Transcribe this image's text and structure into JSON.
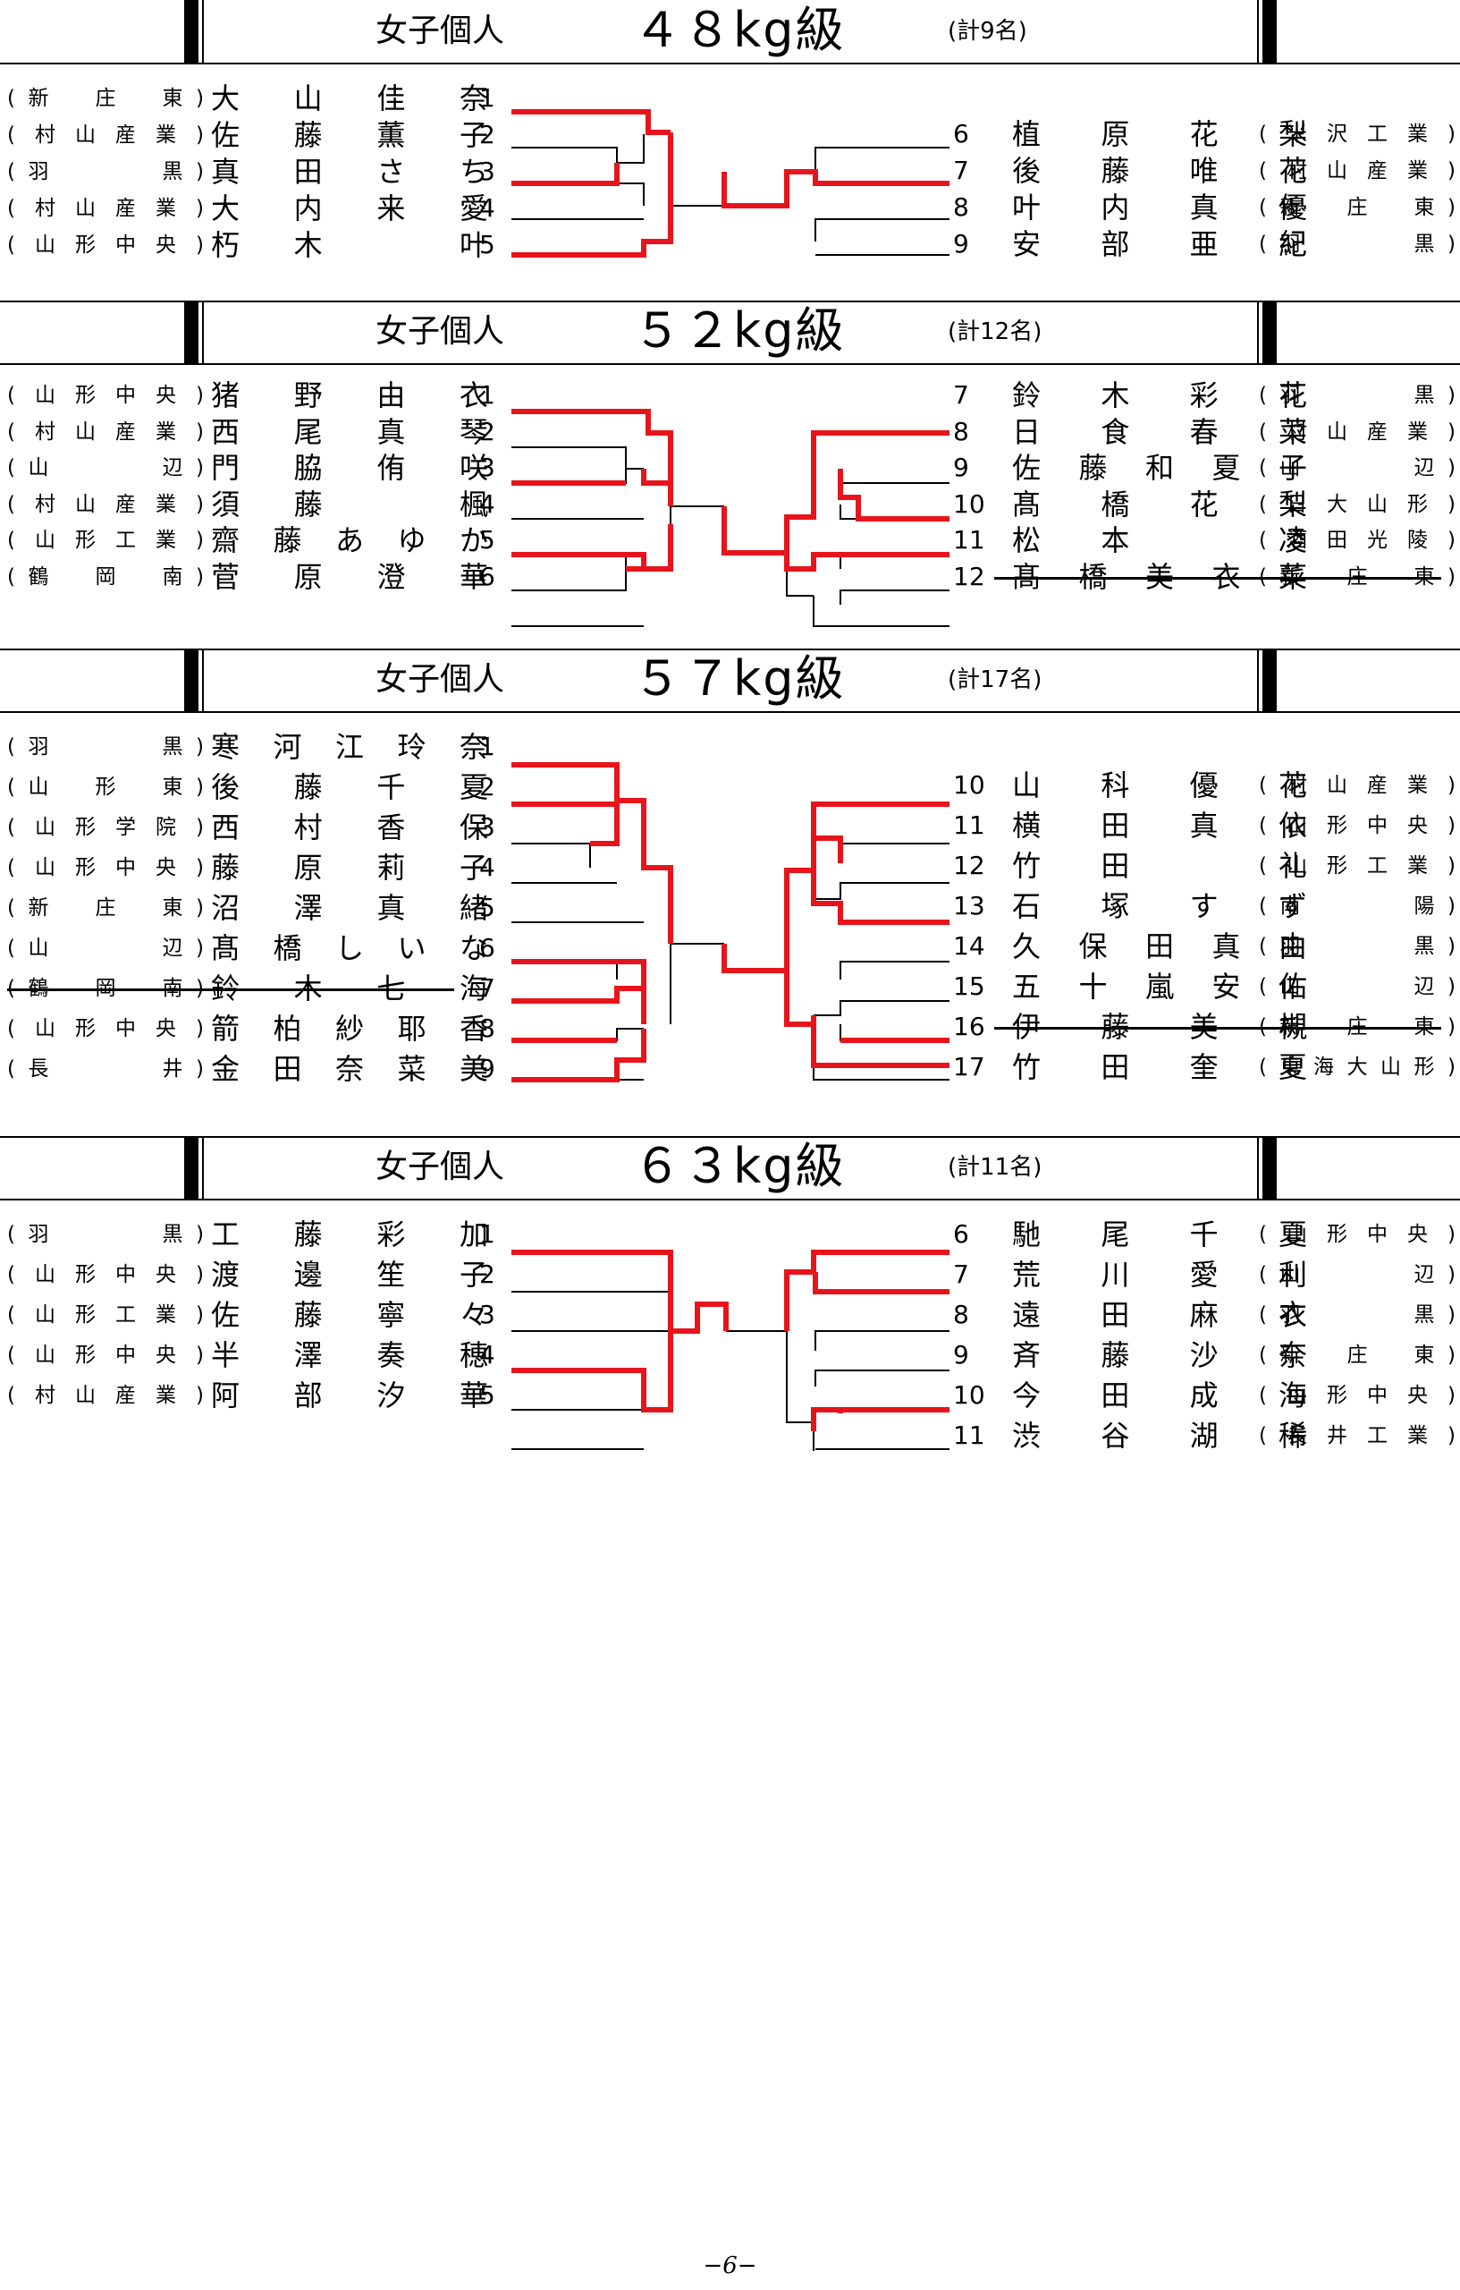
{
  "sections": [
    {
      "title": "女子個人",
      "weight": "４８kg級",
      "count": "(計9名)",
      "left": [
        {
          "school": "(新　庄　東)",
          "name": "大山佳奈",
          "seed": "1"
        },
        {
          "school": "(村山産業)",
          "name": "佐藤薫子",
          "seed": "2"
        },
        {
          "school": "(羽　　　黒)",
          "name": "真田さち",
          "seed": "3"
        },
        {
          "school": "(村山産業)",
          "name": "大内来愛",
          "seed": "4"
        },
        {
          "school": "(山形中央)",
          "name": "朽木　叶",
          "seed": "5"
        }
      ],
      "right": [
        {
          "seed": "6",
          "name": "植原花梨",
          "school": "(米沢工業)"
        },
        {
          "seed": "7",
          "name": "後藤唯花",
          "school": "(村山産業)"
        },
        {
          "seed": "8",
          "name": "叶内真優",
          "school": "(新　庄　東)"
        },
        {
          "seed": "9",
          "name": "安部亜紀",
          "school": "(羽　　　黒)"
        }
      ]
    },
    {
      "title": "女子個人",
      "weight": "５２kg級",
      "count": "(計12名)",
      "left": [
        {
          "school": "(山形中央)",
          "name": "猪野由衣",
          "seed": "1"
        },
        {
          "school": "(村山産業)",
          "name": "西尾真琴",
          "seed": "2"
        },
        {
          "school": "(山　　　辺)",
          "name": "門脇侑咲",
          "seed": "3"
        },
        {
          "school": "(村山産業)",
          "name": "須藤　楓",
          "seed": "4"
        },
        {
          "school": "(山形工業)",
          "name": "齋藤あゆか",
          "seed": "5"
        },
        {
          "school": "(鶴　岡　南)",
          "name": "菅原澄華",
          "seed": "6"
        }
      ],
      "right": [
        {
          "seed": "7",
          "name": "鈴木彩花",
          "school": "(羽　　　黒)"
        },
        {
          "seed": "8",
          "name": "日食春菜",
          "school": "(村山産業)"
        },
        {
          "seed": "9",
          "name": "佐藤和夏子",
          "school": "(山　　　辺)"
        },
        {
          "seed": "10",
          "name": "髙橋花梨",
          "school": "(日大山形)"
        },
        {
          "seed": "11",
          "name": "松本　凌",
          "school": "(酒田光陵)"
        },
        {
          "seed": "12",
          "name": "髙橋美衣菜",
          "school": "(新　庄　東)"
        }
      ]
    },
    {
      "title": "女子個人",
      "weight": "５７kg級",
      "count": "(計17名)",
      "left": [
        {
          "school": "(羽　　　黒)",
          "name": "寒河江玲奈",
          "seed": "1"
        },
        {
          "school": "(山　形　東)",
          "name": "後藤千夏",
          "seed": "2"
        },
        {
          "school": "(山形学院)",
          "name": "西村香保",
          "seed": "3"
        },
        {
          "school": "(山形中央)",
          "name": "藤原莉子",
          "seed": "4"
        },
        {
          "school": "(新　庄　東)",
          "name": "沼澤真緒",
          "seed": "5"
        },
        {
          "school": "(山　　　辺)",
          "name": "髙橋しいな",
          "seed": "6"
        },
        {
          "school": "(鶴　岡　南)",
          "name": "鈴木七海",
          "seed": "7"
        },
        {
          "school": "(山形中央)",
          "name": "箭柏紗耶香",
          "seed": "8"
        },
        {
          "school": "(長　　　井)",
          "name": "金田奈菜美",
          "seed": "9"
        }
      ],
      "right": [
        {
          "seed": "10",
          "name": "山科優花",
          "school": "(村山産業)"
        },
        {
          "seed": "11",
          "name": "横田真依",
          "school": "(山形中央)"
        },
        {
          "seed": "12",
          "name": "竹田　礼",
          "school": "(山形工業)"
        },
        {
          "seed": "13",
          "name": "石塚すず",
          "school": "(南　　　陽)"
        },
        {
          "seed": "14",
          "name": "久保田真由",
          "school": "(羽　　　黒)"
        },
        {
          "seed": "15",
          "name": "五十嵐安佑",
          "school": "(山　　　辺)"
        },
        {
          "seed": "16",
          "name": "伊藤美槻",
          "school": "(新　庄　東)"
        },
        {
          "seed": "17",
          "name": "竹田奎夏",
          "school": "(東海大山形)"
        }
      ]
    },
    {
      "title": "女子個人",
      "weight": "６３kg級",
      "count": "(計11名)",
      "left": [
        {
          "school": "(羽　　　黒)",
          "name": "工藤彩加",
          "seed": "1"
        },
        {
          "school": "(山形中央)",
          "name": "渡邊笙子",
          "seed": "2"
        },
        {
          "school": "(山形工業)",
          "name": "佐藤寧々",
          "seed": "3"
        },
        {
          "school": "(山形中央)",
          "name": "半澤奏穂",
          "seed": "4"
        },
        {
          "school": "(村山産業)",
          "name": "阿部汐華",
          "seed": "5"
        }
      ],
      "right": [
        {
          "seed": "6",
          "name": "馳尾千夏",
          "school": "(山形中央)"
        },
        {
          "seed": "7",
          "name": "荒川愛利",
          "school": "(山　　　辺)"
        },
        {
          "seed": "8",
          "name": "遠田麻衣",
          "school": "(羽　　　黒)"
        },
        {
          "seed": "9",
          "name": "斉藤沙奈",
          "school": "(新　庄　東)"
        },
        {
          "seed": "10",
          "name": "今田成海",
          "school": "(山形中央)"
        },
        {
          "seed": "11",
          "name": "渋谷湖稀",
          "school": "(長井工業)"
        }
      ]
    }
  ],
  "footer": "−6−",
  "colors": {
    "winner": "#e8141c",
    "line": "#000000"
  }
}
